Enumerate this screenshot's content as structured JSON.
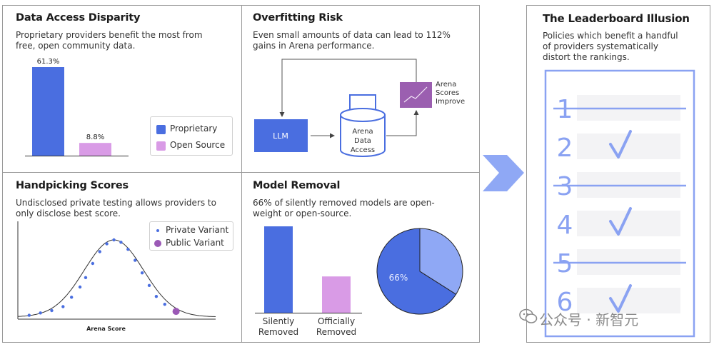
{
  "panels": {
    "data_access": {
      "title": "Data Access Disparity",
      "desc_line1": "Proprietary providers benefit the most from",
      "desc_line2": "free, open community data.",
      "legend": [
        "Proprietary",
        "Open Source"
      ]
    },
    "overfitting": {
      "title": "Overfitting Risk",
      "desc_line1": "Even small amounts of data can lead to 112%",
      "desc_line2": "gains in Arena performance.",
      "llm_label": "LLM",
      "db_label_1": "Arena",
      "db_label_2": "Data",
      "db_label_3": "Access",
      "scores_label_1": "Arena",
      "scores_label_2": "Scores",
      "scores_label_3": "Improve"
    },
    "handpicking": {
      "title": "Handpicking Scores",
      "desc_line1": "Undisclosed private testing allows providers to",
      "desc_line2": "only disclose best score.",
      "legend": [
        "Private Variant",
        "Public Variant"
      ],
      "x_axis_label": "Arena Score"
    },
    "model_removal": {
      "title": "Model Removal",
      "desc_line1": "66% of silently removed models are open-",
      "desc_line2": "weight or open-source.",
      "pie_label": "66%"
    },
    "leaderboard": {
      "title": "The Leaderboard Illusion",
      "desc_line1": "Policies which benefit a handful",
      "desc_line2": "of providers systematically",
      "desc_line3": "distort the rankings.",
      "rows": [
        {
          "rank": "1",
          "struck": true,
          "checked": false
        },
        {
          "rank": "2",
          "struck": false,
          "checked": true
        },
        {
          "rank": "3",
          "struck": true,
          "checked": false
        },
        {
          "rank": "4",
          "struck": false,
          "checked": true
        },
        {
          "rank": "5",
          "struck": true,
          "checked": false
        },
        {
          "rank": "6",
          "struck": false,
          "checked": true
        }
      ]
    }
  },
  "watermark": "公众号 · 新智元",
  "colors": {
    "proprietary": "#4a6ee0",
    "open_source": "#d99be6",
    "public_variant": "#9b59b6",
    "arrow": "#8fa8f5",
    "leaderboard": "#8aa2f2",
    "pie_small": "#8fa8f5",
    "scores_box": "#9b5fb0"
  },
  "chart_data": [
    {
      "type": "bar",
      "categories": [
        "Proprietary",
        "Open Source"
      ],
      "values": [
        61.3,
        8.8
      ],
      "value_labels": [
        "61.3%",
        "8.8%"
      ],
      "ylim": [
        0,
        61.3
      ]
    },
    {
      "type": "scatter",
      "xlabel": "Arena Score",
      "series": [
        {
          "name": "Private Variant",
          "x": [
            -3.0,
            -2.6,
            -2.2,
            -1.8,
            -1.5,
            -1.2,
            -1.0,
            -0.75,
            -0.5,
            -0.25,
            0.0,
            0.25,
            0.5,
            0.75,
            1.0,
            1.25,
            1.5,
            1.8
          ],
          "y": [
            0.04,
            0.07,
            0.1,
            0.15,
            0.27,
            0.4,
            0.52,
            0.7,
            0.85,
            0.95,
            1.0,
            0.97,
            0.88,
            0.74,
            0.58,
            0.42,
            0.28,
            0.18
          ]
        },
        {
          "name": "Public Variant",
          "x": [
            2.2
          ],
          "y": [
            0.09
          ]
        }
      ]
    },
    {
      "type": "bar",
      "categories": [
        "Silently Removed",
        "Officially Removed"
      ],
      "category_lines": [
        [
          "Silently",
          "Removed"
        ],
        [
          "Officially",
          "Removed"
        ]
      ],
      "values": [
        100,
        42
      ],
      "ylim": [
        0,
        100
      ]
    },
    {
      "type": "pie",
      "labels": [
        "66%"
      ],
      "values": [
        66,
        34
      ]
    }
  ]
}
